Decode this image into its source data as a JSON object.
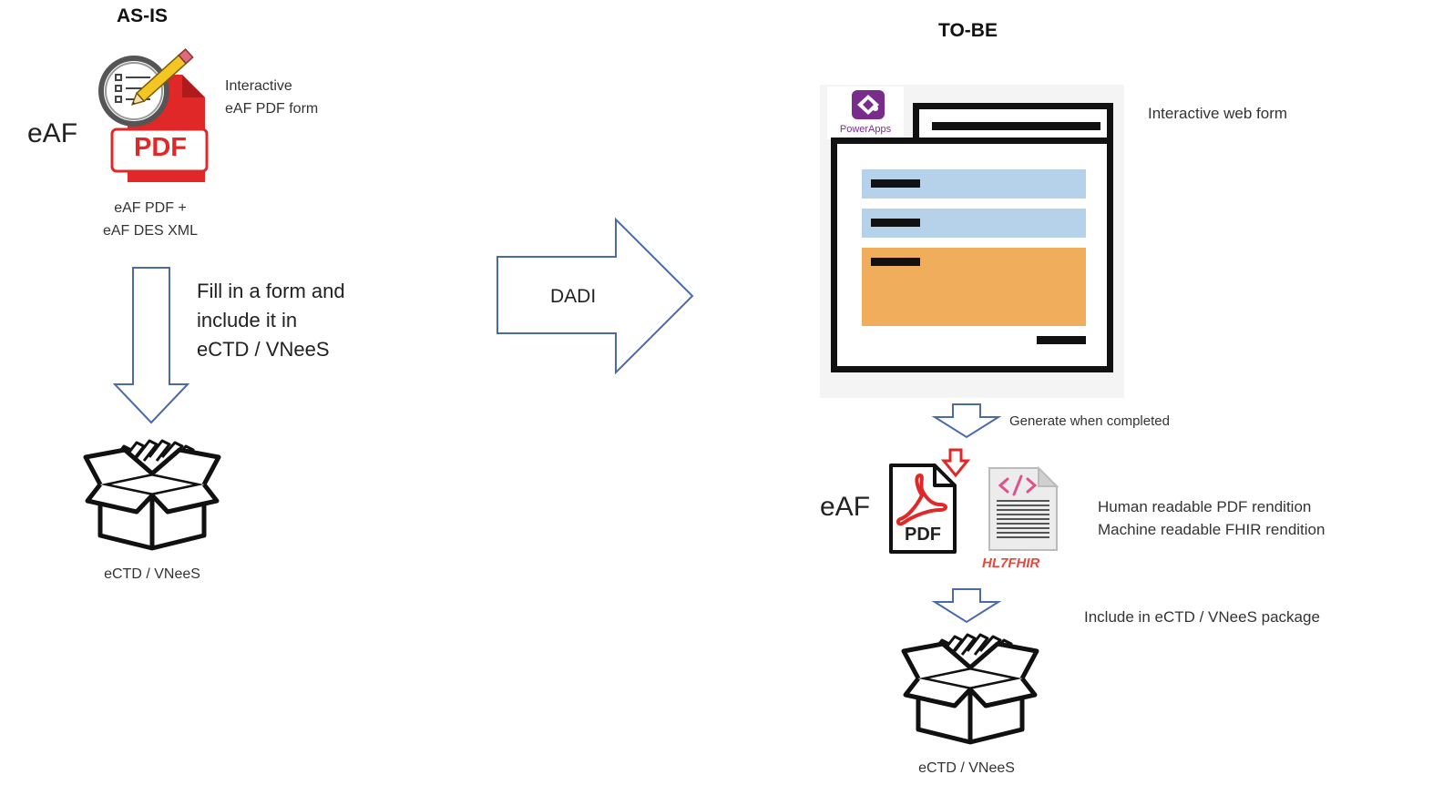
{
  "as_is": {
    "heading": "AS-IS",
    "eaf_label": "eAF",
    "pdf_badge": "PDF",
    "form_caption": [
      "Interactive",
      "eAF PDF form"
    ],
    "file_caption": [
      "eAF PDF +",
      "eAF DES XML"
    ],
    "step_text": [
      "Fill in a form and",
      "include it in",
      "eCTD / VNeeS"
    ],
    "package_label": "eCTD / VNeeS"
  },
  "transition": {
    "arrow_label": "DADI"
  },
  "to_be": {
    "heading": "TO-BE",
    "powerapps_label": "PowerApps",
    "form_caption": "Interactive web form",
    "generate_caption": "Generate when completed",
    "eaf_label": "eAF",
    "pdf_doc_label": "PDF",
    "fhir_logo": "HL7FHIR",
    "rendition_captions": [
      "Human readable PDF rendition",
      "Machine  readable FHIR rendition"
    ],
    "include_caption": "Include in eCTD / VNeeS package",
    "package_label": "eCTD / VNeeS"
  },
  "colors": {
    "arrow_outline": "#4a6aa8",
    "field_blue": "#b6d2ea",
    "field_orange": "#f0ad5c",
    "pdf_red": "#e02828",
    "powerapps_purple": "#7a2c8c",
    "fhir_red": "#e8483c",
    "fhir_pink": "#e0508c"
  },
  "icons": [
    "pdf-form-pencil-icon",
    "archive-box-icon",
    "powerapps-icon",
    "adobe-pdf-icon",
    "fhir-code-file-icon",
    "down-arrow-icon",
    "right-arrow-icon"
  ]
}
